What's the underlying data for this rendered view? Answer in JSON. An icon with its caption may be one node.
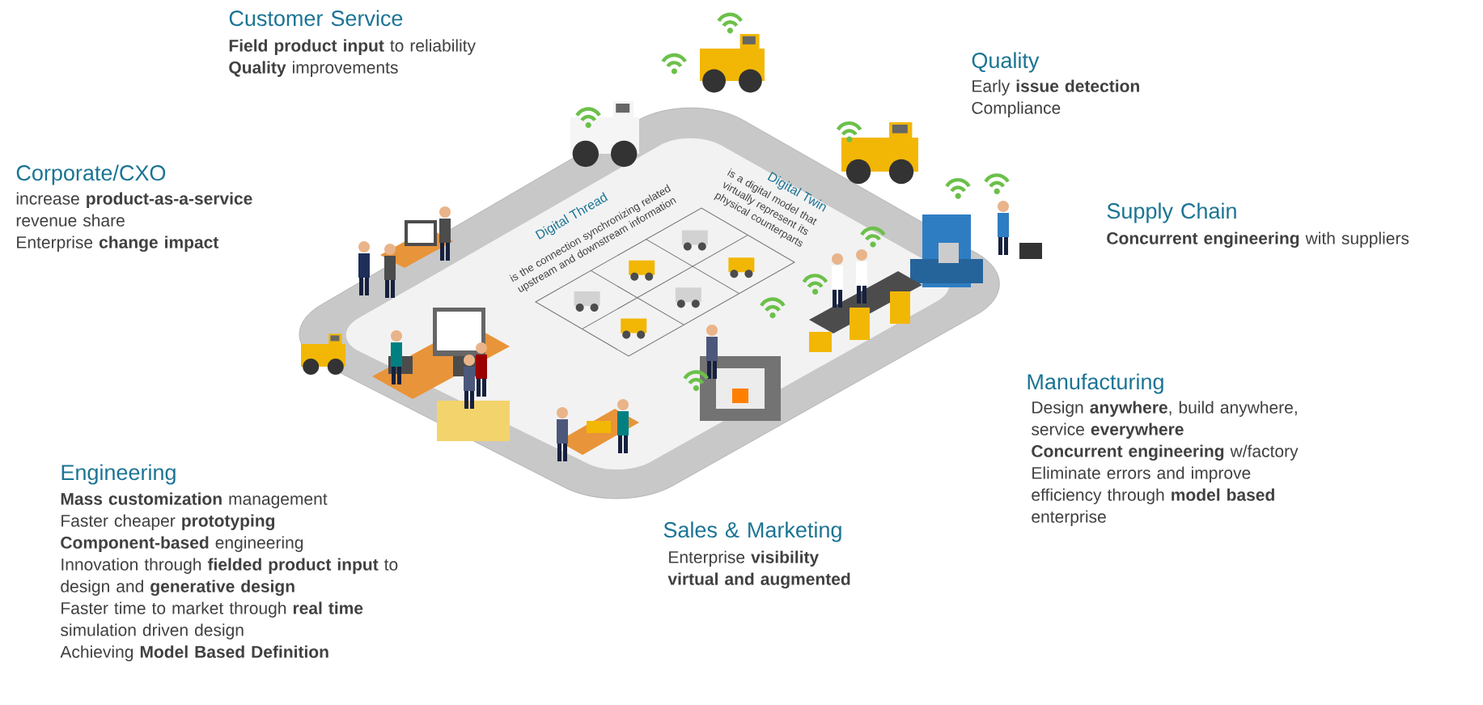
{
  "diagram": {
    "labels": [
      "Customer Service",
      "**Field product input** to reliability",
      "**Quality** improvements",
      "Quality",
      "Early **issue detection**",
      "Compliance",
      "Corporate/CXO",
      "increase **product-as-a-service** revenue share",
      "Enterprise **change impact**",
      "Supply Chain",
      "**Concurrent engineering** with suppliers",
      "Digital Thread",
      "is the connection synchronizing related upstream and downstream information",
      "Digital Twin",
      "is a digital model that virtually represent its physical counterparts",
      "Manufacturing",
      "Design **anywhere**, build anywhere, service **everywhere**",
      "**Concurrent engineering** w/factory",
      "Eliminate errors and improve efficiency through **model based** enterprise",
      "Engineering",
      "**Mass customization** management",
      "Faster cheaper **prototyping**",
      "**Component-based** engineering",
      "Innovation through **fielded product input** to design and **generative design**",
      "Faster time to market through **real time** simulation driven design",
      "Achieving **Model Based Definition**",
      "Sales & Marketing",
      "Enterprise **visibility**",
      "**virtual and augmented**"
    ]
  }
}
